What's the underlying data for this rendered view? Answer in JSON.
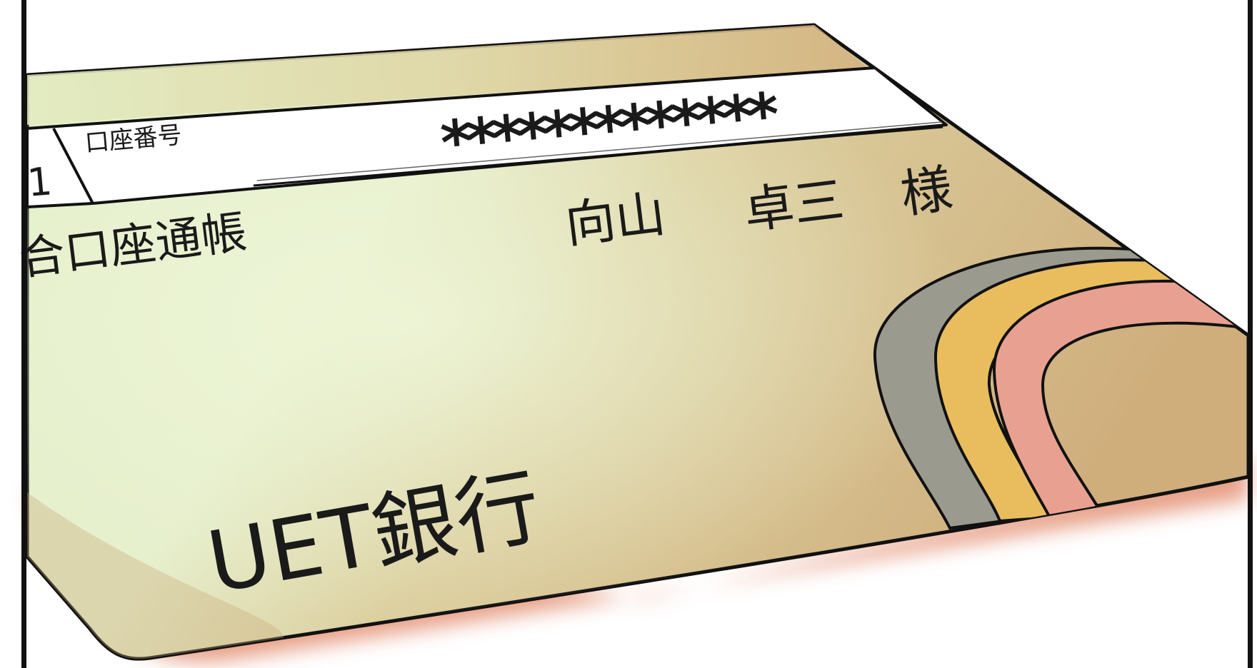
{
  "illustration": {
    "subject": "bank-passbook",
    "account_number_label": "口座番号",
    "account_number": "*************",
    "partial_left_digit": "1",
    "passbook_type": "合口座通帳",
    "holder_surname": "向山",
    "holder_given_name": "卓三",
    "honorific": "様",
    "bank_name": "UET銀行"
  },
  "colors": {
    "outline": "#111111",
    "card_light": "#e3efc9",
    "card_mid": "#ddd7a3",
    "card_dark": "#cfae7c",
    "shadow": "#e5967a",
    "stripe_gray": "#9a9a8f",
    "stripe_yellow": "#e9bd5e",
    "stripe_pink": "#e8a190",
    "label_band": "#ffffff"
  }
}
